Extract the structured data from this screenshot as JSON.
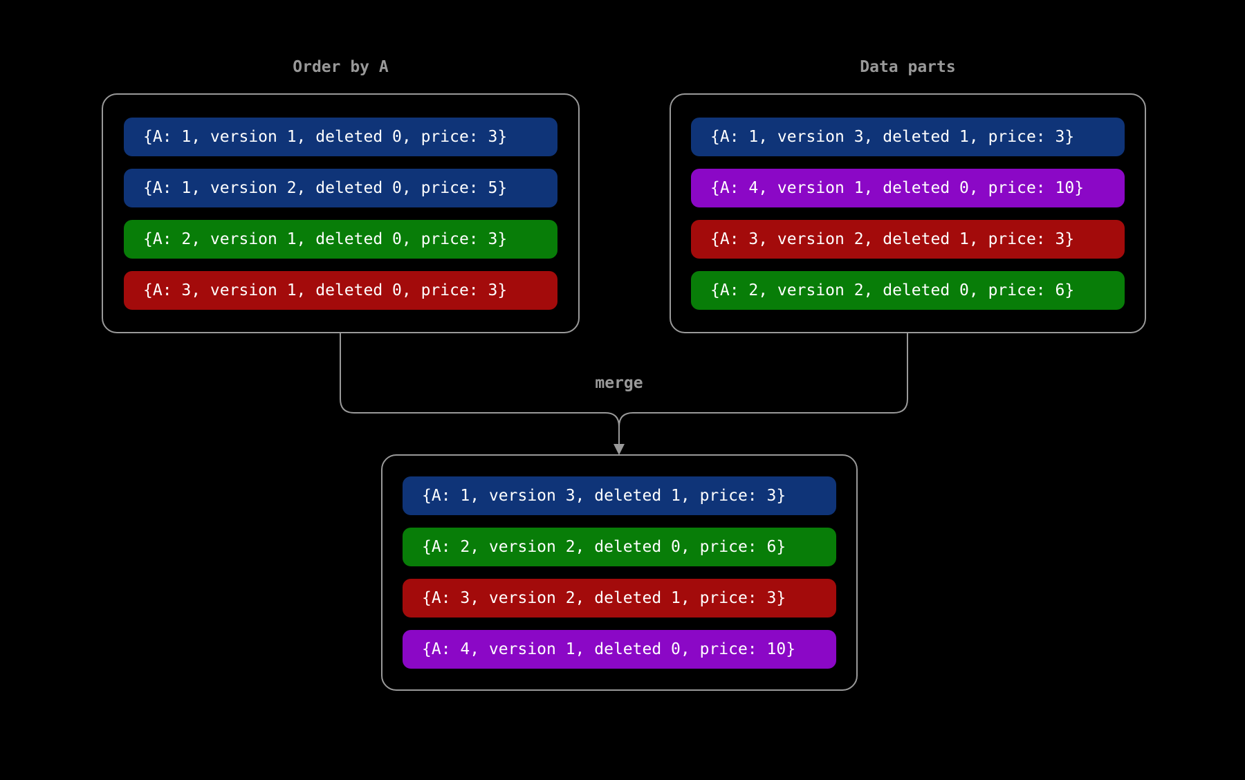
{
  "colors": {
    "blue": "#0f3478",
    "green": "#087d08",
    "red": "#a30b0b",
    "purple": "#8b08c6",
    "line": "#9a9a9a",
    "label_text": "#999999",
    "row_text": "#ffffff",
    "background": "#000000"
  },
  "merge_label": "merge",
  "panels": {
    "left": {
      "title": "Order by A",
      "rows": [
        {
          "text": "{A: 1, version 1, deleted 0, price: 3}",
          "color": "#0f3478"
        },
        {
          "text": "{A: 1, version 2, deleted 0, price: 5}",
          "color": "#0f3478"
        },
        {
          "text": "{A: 2, version 1, deleted 0, price: 3}",
          "color": "#087d08"
        },
        {
          "text": "{A: 3, version 1, deleted 0, price: 3}",
          "color": "#a30b0b"
        }
      ]
    },
    "right": {
      "title": "Data parts",
      "rows": [
        {
          "text": "{A: 1, version 3, deleted 1, price: 3}",
          "color": "#0f3478"
        },
        {
          "text": "{A: 4, version 1, deleted 0, price: 10}",
          "color": "#8b08c6"
        },
        {
          "text": "{A: 3, version 2, deleted 1, price: 3}",
          "color": "#a30b0b"
        },
        {
          "text": "{A: 2, version 2, deleted 0, price: 6}",
          "color": "#087d08"
        }
      ]
    },
    "merged": {
      "rows": [
        {
          "text": "{A: 1, version 3, deleted 1, price: 3}",
          "color": "#0f3478"
        },
        {
          "text": "{A: 2, version 2, deleted 0, price: 6}",
          "color": "#087d08"
        },
        {
          "text": "{A: 3, version 2, deleted 1, price: 3}",
          "color": "#a30b0b"
        },
        {
          "text": "{A: 4, version 1, deleted 0, price: 10}",
          "color": "#8b08c6"
        }
      ]
    }
  }
}
